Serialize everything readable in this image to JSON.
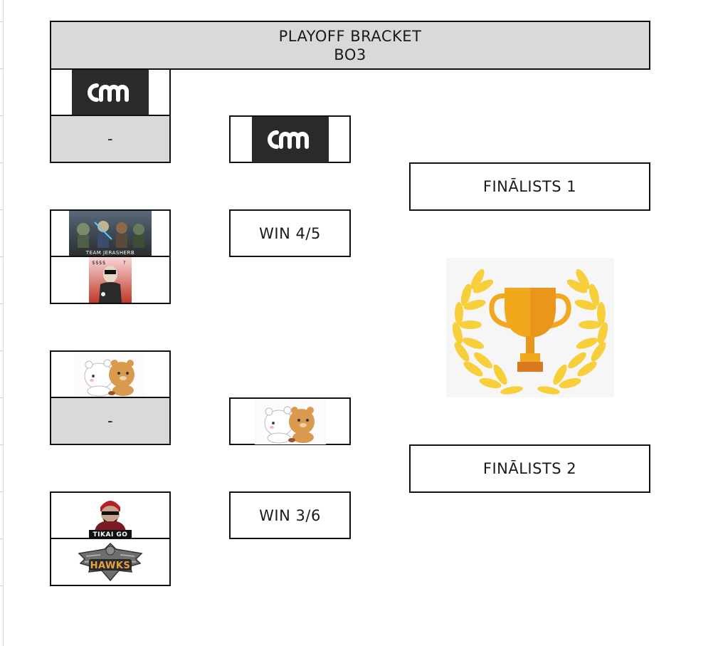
{
  "bracket": {
    "title_line1": "PLAYOFF BRACKET",
    "title_line2": "BO3",
    "round1": [
      {
        "team": "cm-logo"
      },
      {
        "team": "-"
      },
      {
        "team": "team-jerasherb-logo",
        "caption": "TEAM JERASHERB"
      },
      {
        "team": "masked-player-logo",
        "caption": "$$$$"
      },
      {
        "team": "bears-logo"
      },
      {
        "team": "-"
      },
      {
        "team": "tikai-go-logo",
        "caption": "TIKAI GO"
      },
      {
        "team": "hawks-logo",
        "caption": "HAWKS"
      }
    ],
    "round2": [
      {
        "team": "cm-logo"
      },
      {
        "label": "WIN 4/5"
      },
      {
        "team": "bears-logo"
      },
      {
        "label": "WIN 3/6"
      }
    ],
    "finals": {
      "finalist1": "FINĀLISTS 1",
      "finalist2": "FINĀLISTS 2",
      "trophy": "trophy-laurel-icon"
    }
  },
  "colors": {
    "header_bg": "#d9d9d9",
    "border": "#111111",
    "cm_logo_bg": "#2a2a2a",
    "trophy_gold": "#f2a81d",
    "laurel_yellow": "#f7cf3a"
  }
}
